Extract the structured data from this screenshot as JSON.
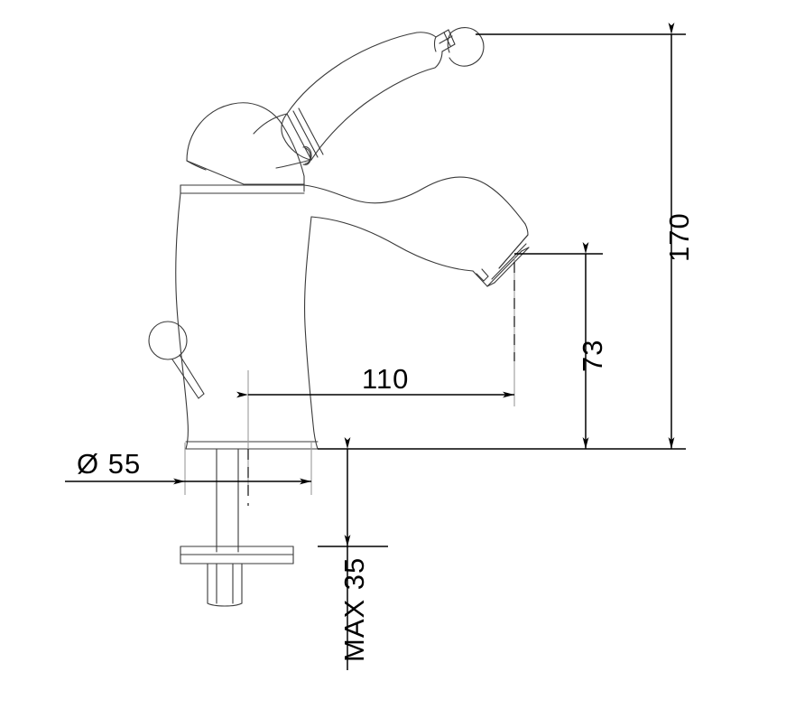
{
  "document": {
    "type": "technical-drawing",
    "subject": "Single-lever basin mixer tap — dimensioned side elevation",
    "units": "mm",
    "background_color": "#ffffff",
    "line_color": "#000000",
    "thin_line_color": "#3a3a3a",
    "extension_line_color": "#9a9a9a"
  },
  "dimensions": {
    "total_height": {
      "label": "170",
      "orientation": "vertical",
      "value": 170,
      "units": "mm",
      "describes": "overall height from mounting surface to top of handle finial"
    },
    "spout_height": {
      "label": "73",
      "orientation": "vertical",
      "value": 73,
      "units": "mm",
      "describes": "height of spout outlet above mounting surface"
    },
    "spout_reach": {
      "label": "110",
      "orientation": "horizontal",
      "value": 110,
      "units": "mm",
      "describes": "horizontal projection from tap centre to spout outlet"
    },
    "base_diameter": {
      "label": "Ø 55",
      "orientation": "horizontal",
      "value": 55,
      "units": "mm",
      "describes": "diameter of base / escutcheon"
    },
    "max_thickness": {
      "label": "MAX 35",
      "orientation": "vertical",
      "value": 35,
      "units": "mm",
      "describes": "maximum mounting surface thickness"
    }
  },
  "components": [
    {
      "name": "lever-handle",
      "description": "tapered lever handle inclined approx 30 degrees"
    },
    {
      "name": "handle-finial",
      "description": "spherical ball cap at handle end"
    },
    {
      "name": "handle-collar",
      "description": "banded ring where handle meets stem"
    },
    {
      "name": "body-dome-cap",
      "description": "domed cartridge cap with bevelled collar"
    },
    {
      "name": "body",
      "description": "waisted cylindrical body"
    },
    {
      "name": "spout",
      "description": "S-curved spout terminating in an angled outlet"
    },
    {
      "name": "aerator",
      "description": "angled aerator ring at spout tip"
    },
    {
      "name": "pop-up-waste-lever",
      "description": "small ball knob on rod at left of body"
    },
    {
      "name": "base-escutcheon",
      "description": "flared base seating on the mounting surface"
    },
    {
      "name": "threaded-shank",
      "description": "threaded tail below the base"
    },
    {
      "name": "washer-plate",
      "description": "flat mounting washer plate"
    },
    {
      "name": "fixing-nut",
      "description": "hexagonal fixing nut"
    }
  ]
}
